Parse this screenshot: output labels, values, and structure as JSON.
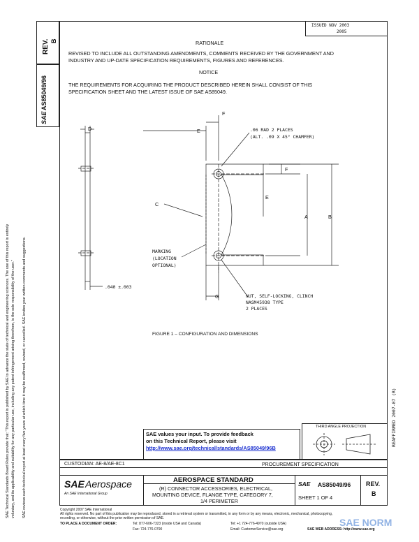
{
  "sidebar": {
    "rev_label": "REV.",
    "rev_value": "B",
    "doc_number": "AS85049/96",
    "sae_mark": "SAE",
    "disclaimer_1": "SAE Technical Standards Board Rules provide that: \"This report is published by SAE to advance the state of technical and engineering sciences. The use of this report is entirely",
    "disclaimer_2": "voluntary, and its applicability and suitability for any particular use, including any patent infringement arising therefrom, is the sole responsibility of the user.\"",
    "disclaimer_3": "SAE reviews each technical report at least every five years at which time it may be reaffirmed, revised, or cancelled. SAE invites your written comments and suggestions."
  },
  "header": {
    "issued_line1": "ISSUED    NOV 2003",
    "issued_line2": "2005"
  },
  "body": {
    "rationale_heading": "RATIONALE",
    "rationale_text_1": "REVISED TO INCLUDE ALL OUTSTANDING AMENDMENTS, COMMENTS RECEIVED BY THE GOVERNMENT AND",
    "rationale_text_2": "INDUSTRY AND UP-DATE SPECIFICATION REQUIREMENTS, FIGURES AND REFERENCES.",
    "notice_heading": "NOTICE",
    "notice_text_1": "THE REQUIREMENTS FOR ACQUIRING THE PRODUCT DESCRIBED HEREIN SHALL CONSIST OF THIS",
    "notice_text_2": "SPECIFICATION SHEET AND THE LATEST ISSUE OF SAE AS85049."
  },
  "figure": {
    "caption": "FIGURE 1 – CONFIGURATION AND DIMENSIONS",
    "label_d": "D",
    "label_e": "E",
    "label_f_top": "F",
    "label_f_side": "F",
    "label_e_side": "E",
    "label_a": "A",
    "label_b": "B",
    "label_c": "C",
    "label_g": "G",
    "note_radius_1": ".06 RAD 2 PLACES",
    "note_radius_2": "(ALT. .09 X 45° CHAMFER)",
    "note_marking_1": "MARKING",
    "note_marking_2": "(LOCATION",
    "note_marking_3": "OPTIONAL)",
    "note_nut_1": "NUT, SELF-LOCKING, CLINCH",
    "note_nut_2": "NASM45938 TYPE",
    "note_nut_3": "2 PLACES",
    "thickness": ".040 ±.003"
  },
  "feedback": {
    "line1": "SAE values your input. To provide feedback",
    "line2": "on this Technical Report, please visit",
    "link": "http://www.sae.org/technical/standards/AS85049/96B"
  },
  "projection": {
    "label": "THIRD ANGLE PROJECTION"
  },
  "right_margin_text": "REAFFIRMED  2007-07   (R)",
  "title_block": {
    "custodian": "CUSTODIAN: AE-8/AE-8C1",
    "procurement": "PROCUREMENT SPECIFICATION",
    "logo_sae": "SAE",
    "logo_aerospace": "Aerospace",
    "logo_sub": "An SAE International Group",
    "standard_title": "AEROSPACE STANDARD",
    "desc_1": "(R) CONNECTOR ACCESSORIES, ELECTRICAL,",
    "desc_2": "MOUNTING DEVICE, FLANGE TYPE, CATEGORY 7,",
    "desc_3": "1/4 PERIMETER",
    "small_sae": "SAE",
    "doc_number": "AS85049/96",
    "sheet": "SHEET 1 OF 4",
    "rev_label": "REV.",
    "rev_value": "B"
  },
  "footer": {
    "copyright": "Copyright 2007 SAE International",
    "rights": "All rights reserved. No part of this publication may be reproduced, stored in a retrieval system or transmitted, in any form or by any means, electronic, mechanical, photocopying,",
    "rights_2": "recording, or otherwise, without the prior written permission of SAE.",
    "order_label": "TO PLACE A DOCUMENT ORDER:",
    "tel_1": "Tel:  877-606-7323 (inside USA and Canada)",
    "fax_1": "Fax:  724-776-0790",
    "tel_2": "Tel:  +1 724-776-4970 (outside USA)",
    "email": "Email:  CustomerService@sae.org",
    "web": "SAE WEB ADDRESS:   http://www.sae.org"
  },
  "watermark": {
    "text": "SAE NORM"
  }
}
